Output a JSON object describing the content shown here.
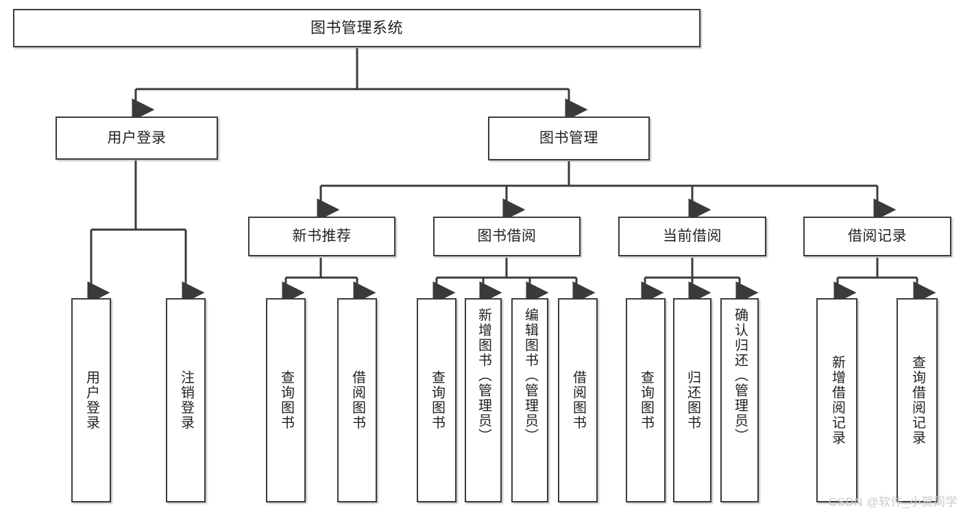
{
  "diagram": {
    "title": "图书管理系统",
    "type": "功能结构图",
    "root": {
      "label": "图书管理系统"
    },
    "level2": [
      {
        "id": "user-login",
        "label": "用户登录"
      },
      {
        "id": "book-manage",
        "label": "图书管理"
      }
    ],
    "level3": [
      {
        "id": "new-book-recommend",
        "label": "新书推荐"
      },
      {
        "id": "book-borrow",
        "label": "图书借阅"
      },
      {
        "id": "current-borrow",
        "label": "当前借阅"
      },
      {
        "id": "borrow-record",
        "label": "借阅记录"
      }
    ],
    "leaves": {
      "user_login": [
        {
          "id": "leaf-user-login",
          "label": "用户登录"
        },
        {
          "id": "leaf-logout",
          "label": "注销登录"
        }
      ],
      "new_book_recommend": [
        {
          "id": "leaf-query-book-1",
          "label": "查询图书"
        },
        {
          "id": "leaf-borrow-book-1",
          "label": "借阅图书"
        }
      ],
      "book_borrow": [
        {
          "id": "leaf-query-book-2",
          "label": "查询图书"
        },
        {
          "id": "leaf-add-book",
          "label": "新增图书（管理员）"
        },
        {
          "id": "leaf-edit-book",
          "label": "编辑图书（管理员）"
        },
        {
          "id": "leaf-borrow-book-2",
          "label": "借阅图书"
        }
      ],
      "current_borrow": [
        {
          "id": "leaf-query-book-3",
          "label": "查询图书"
        },
        {
          "id": "leaf-return-book",
          "label": "归还图书"
        },
        {
          "id": "leaf-confirm-return",
          "label": "确认归还（管理员）"
        }
      ],
      "borrow_record": [
        {
          "id": "leaf-add-record",
          "label": "新增借阅记录"
        },
        {
          "id": "leaf-query-record",
          "label": "查询借阅记录"
        }
      ]
    }
  },
  "watermark": {
    "text": "CSDN @软件_小贺同学"
  },
  "colors": {
    "border": "#3a3a3a",
    "fill": "#ffffff",
    "text": "#222222",
    "connector": "#3a3a3a",
    "watermark": "#c9c9c9"
  }
}
